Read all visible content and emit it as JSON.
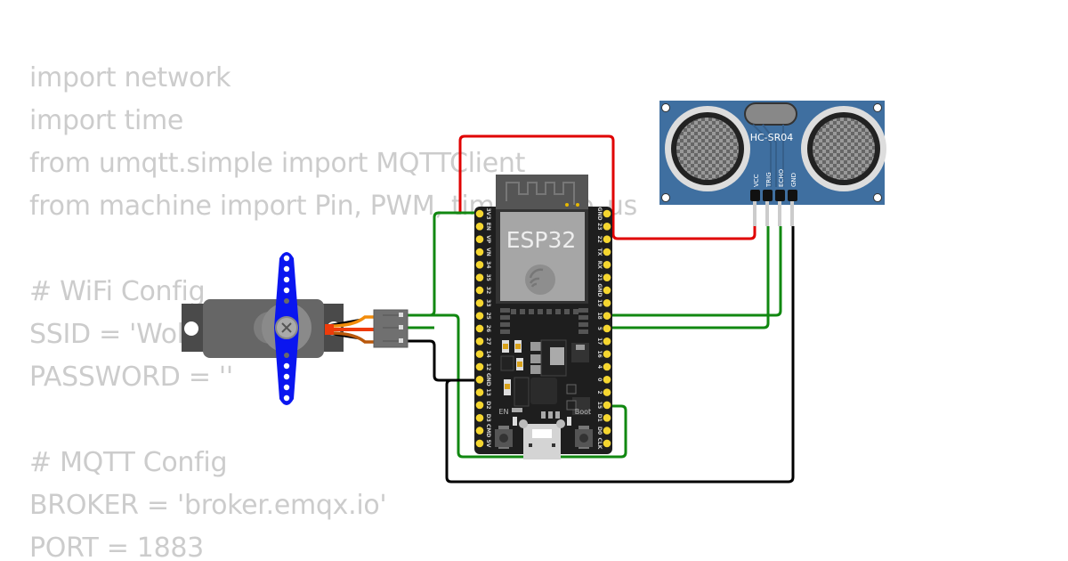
{
  "code_background": {
    "lines": [
      "import network",
      "import time",
      "from umqtt.simple import MQTTClient",
      "from machine import Pin, PWM, time_pulse_us",
      "",
      "# WiFi Config",
      "SSID = 'Wokwi-GUEST'",
      "PASSWORD = ''",
      "",
      "# MQTT Config",
      "BROKER = 'broker.emqx.io'",
      "PORT = 1883"
    ],
    "text_color": "#cccccc"
  },
  "esp32": {
    "label": "ESP32",
    "board_color": "#1e1e1e",
    "pin_color": "#f5d630",
    "left_pins": [
      "3V3",
      "EN",
      "VP",
      "VN",
      "34",
      "35",
      "32",
      "33",
      "25",
      "26",
      "27",
      "14",
      "12",
      "GND",
      "13",
      "D2",
      "D3",
      "CMD",
      "5V"
    ],
    "right_pins": [
      "GND",
      "23",
      "22",
      "TX",
      "RX",
      "21",
      "GND",
      "19",
      "18",
      "5",
      "17",
      "16",
      "4",
      "0",
      "2",
      "15",
      "D1",
      "D0",
      "CLK"
    ],
    "button_labels": {
      "en": "EN",
      "boot": "Boot"
    }
  },
  "hcsr04": {
    "label": "HC-SR04",
    "board_color": "#3f6fa0",
    "pins": [
      "VCC",
      "TRIG",
      "ECHO",
      "GND"
    ]
  },
  "servo": {
    "horn_color": "#0a16f0",
    "body_color": "#666666"
  },
  "wires": [
    {
      "name": "vcc-wire",
      "from": "ESP32 3V3 area",
      "to": "HC-SR04 VCC",
      "color": "#e00000"
    },
    {
      "name": "trig-wire",
      "from": "ESP32 5",
      "to": "HC-SR04 TRIG",
      "color": "#118811"
    },
    {
      "name": "echo-wire",
      "from": "ESP32 18",
      "to": "HC-SR04 ECHO",
      "color": "#118811"
    },
    {
      "name": "gnd-wire",
      "from": "ESP32 GND",
      "to": "HC-SR04 GND",
      "color": "#000000"
    },
    {
      "name": "servo-pwm-wire",
      "from": "Servo signal",
      "to": "ESP32 15",
      "color": "#118811"
    },
    {
      "name": "servo-vcc-wire",
      "from": "Servo V+",
      "to": "ESP32 3V3",
      "color": "#118811"
    },
    {
      "name": "servo-gnd-wire",
      "from": "Servo GND",
      "to": "ESP32 GND",
      "color": "#000000"
    }
  ]
}
